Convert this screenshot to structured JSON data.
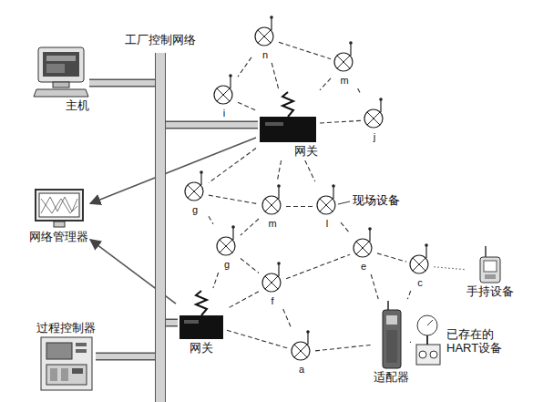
{
  "diagram": {
    "nodes": [
      {
        "text": [
          "工厂控制网络"
        ]
      },
      {
        "text": [
          "主机"
        ]
      },
      {
        "text": [
          "网络管理器"
        ]
      },
      {
        "text": [
          "过程控制器"
        ]
      },
      {
        "text": [
          "网关"
        ]
      },
      {
        "text": [
          "网关"
        ]
      },
      {
        "text": [
          "n"
        ]
      },
      {
        "text": [
          "m"
        ]
      },
      {
        "text": [
          "i"
        ]
      },
      {
        "text": [
          "j"
        ]
      },
      {
        "text": [
          "g"
        ]
      },
      {
        "text": [
          "m"
        ]
      },
      {
        "text": [
          "l"
        ]
      },
      {
        "text": [
          "g"
        ]
      },
      {
        "text": [
          "f"
        ]
      },
      {
        "text": [
          "e"
        ]
      },
      {
        "text": [
          "c"
        ]
      },
      {
        "text": [
          "a"
        ]
      },
      {
        "text": [
          "手持设备"
        ]
      },
      {
        "text": [
          "适配器"
        ]
      },
      {
        "text": [
          "已存在的 HART设备"
        ]
      }
    ],
    "edges": [
      {
        "from": 0,
        "to": 1,
        "arrow": "none"
      },
      {
        "from": 0,
        "to": 4,
        "arrow": "none"
      },
      {
        "from": 0,
        "to": 5,
        "arrow": "none"
      },
      {
        "from": 0,
        "to": 3,
        "arrow": "none"
      },
      {
        "from": 4,
        "to": 2,
        "arrow": "to"
      },
      {
        "from": 5,
        "to": 2,
        "arrow": "to"
      },
      {
        "from": 6,
        "to": 7,
        "arrow": "none"
      },
      {
        "from": 6,
        "to": 8,
        "arrow": "none"
      },
      {
        "from": 6,
        "to": 4,
        "arrow": "none"
      },
      {
        "from": 7,
        "to": 4,
        "arrow": "none"
      },
      {
        "from": 7,
        "to": 9,
        "arrow": "none"
      },
      {
        "from": 8,
        "to": 4,
        "arrow": "none"
      },
      {
        "from": 4,
        "to": 9,
        "arrow": "none"
      },
      {
        "from": 4,
        "to": 10,
        "arrow": "none"
      },
      {
        "from": 4,
        "to": 11,
        "arrow": "none"
      },
      {
        "from": 4,
        "to": 12,
        "arrow": "none"
      },
      {
        "from": 10,
        "to": 11,
        "arrow": "none"
      },
      {
        "from": 11,
        "to": 12,
        "arrow": "none"
      },
      {
        "from": 10,
        "to": 13,
        "arrow": "none"
      },
      {
        "from": 11,
        "to": 13,
        "arrow": "none"
      },
      {
        "from": 13,
        "to": 14,
        "arrow": "none"
      },
      {
        "from": 13,
        "to": 5,
        "arrow": "none"
      },
      {
        "from": 14,
        "to": 5,
        "arrow": "none"
      },
      {
        "from": 14,
        "to": 15,
        "arrow": "none"
      },
      {
        "from": 12,
        "to": 15,
        "arrow": "none"
      },
      {
        "from": 15,
        "to": 16,
        "arrow": "none"
      },
      {
        "from": 15,
        "to": 19,
        "arrow": "none"
      },
      {
        "from": 16,
        "to": 19,
        "arrow": "none"
      },
      {
        "from": 5,
        "to": 17,
        "arrow": "none"
      },
      {
        "from": 14,
        "to": 17,
        "arrow": "none"
      },
      {
        "from": 17,
        "to": 19,
        "arrow": "none"
      },
      {
        "from": 16,
        "to": 18,
        "arrow": "none"
      },
      {
        "from": 19,
        "to": 20,
        "arrow": "none"
      }
    ],
    "labels": [
      "现场设备"
    ]
  }
}
